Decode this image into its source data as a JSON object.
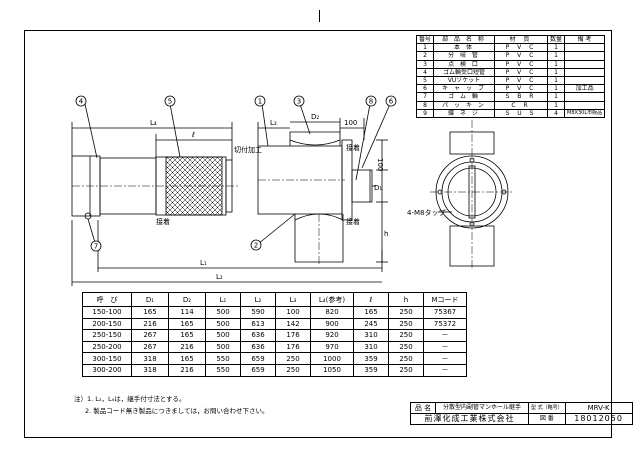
{
  "parts_table": {
    "headers": {
      "no": "番号",
      "name": "部 品 名 称",
      "material": "材 質",
      "qty": "数量",
      "remarks": "備 考"
    },
    "rows": [
      {
        "no": "1",
        "name": "本 体",
        "material": "P V C",
        "qty": "1",
        "remarks": ""
      },
      {
        "no": "2",
        "name": "分 岐 管",
        "material": "P V C",
        "qty": "1",
        "remarks": ""
      },
      {
        "no": "3",
        "name": "点 検 口",
        "material": "P V C",
        "qty": "1",
        "remarks": ""
      },
      {
        "no": "4",
        "name": "ゴム輪受口短管",
        "material": "P V C",
        "qty": "1",
        "remarks": ""
      },
      {
        "no": "5",
        "name": "VUソケット",
        "material": "P V C",
        "qty": "1",
        "remarks": ""
      },
      {
        "no": "6",
        "name": "キ ャ ッ プ",
        "material": "P V C",
        "qty": "1",
        "remarks": "加工品"
      },
      {
        "no": "7",
        "name": "ゴ ム 輪",
        "material": "S B R",
        "qty": "1",
        "remarks": ""
      },
      {
        "no": "8",
        "name": "パ ッ キ ン",
        "material": "C R",
        "qty": "1",
        "remarks": ""
      },
      {
        "no": "9",
        "name": "蝶 ネ ジ",
        "material": "S U S",
        "qty": "4",
        "remarks": "M8X30L市販品"
      }
    ]
  },
  "drawing_labels": {
    "callouts": [
      "4",
      "5",
      "1",
      "3",
      "8",
      "6",
      "7",
      "2"
    ],
    "dim_L4": "L₄",
    "dim_l": "ℓ",
    "dim_L3": "L₃",
    "dim_D2": "D₂",
    "dim_100a": "100",
    "dim_100b": "100",
    "dim_D1": "D₁",
    "dim_h": "h",
    "dim_L1": "L₁",
    "dim_L2": "L₂",
    "note_cut": "切付加工",
    "note_adhesive1": "接着",
    "note_adhesive2": "接着",
    "note_adhesive3": "接着",
    "note_tap": "4-M8タップ"
  },
  "dimension_table": {
    "headers": [
      "呼　び",
      "D₁",
      "D₂",
      "L₁",
      "L₂",
      "L₃",
      "L₄(参考)",
      "ℓ",
      "h",
      "Mコード"
    ],
    "rows": [
      [
        "150-100",
        "165",
        "114",
        "500",
        "590",
        "100",
        "820",
        "165",
        "250",
        "75367"
      ],
      [
        "200-150",
        "216",
        "165",
        "500",
        "613",
        "142",
        "900",
        "245",
        "250",
        "75372"
      ],
      [
        "250-150",
        "267",
        "165",
        "500",
        "636",
        "176",
        "920",
        "310",
        "250",
        "－"
      ],
      [
        "250-200",
        "267",
        "216",
        "500",
        "636",
        "176",
        "970",
        "310",
        "250",
        "－"
      ],
      [
        "300-150",
        "318",
        "165",
        "550",
        "659",
        "250",
        "1000",
        "359",
        "250",
        "－"
      ],
      [
        "300-200",
        "318",
        "216",
        "550",
        "659",
        "250",
        "1050",
        "359",
        "250",
        "－"
      ]
    ]
  },
  "notes": {
    "label": "注）",
    "line1": "1. L₂，L₄は，継手付寸法とする。",
    "line2": "2. 製品コード無き製品につきましては，お問い合わせ下さい。"
  },
  "title_block": {
    "name_label": "品 名",
    "name_value": "分散型内副管マンホール継手",
    "model_label": "型 式（略号）",
    "model_value": "MRV-K",
    "company": "前澤化成工業株式会社",
    "drawing_no_label": "図 番",
    "drawing_no": "18012050"
  }
}
